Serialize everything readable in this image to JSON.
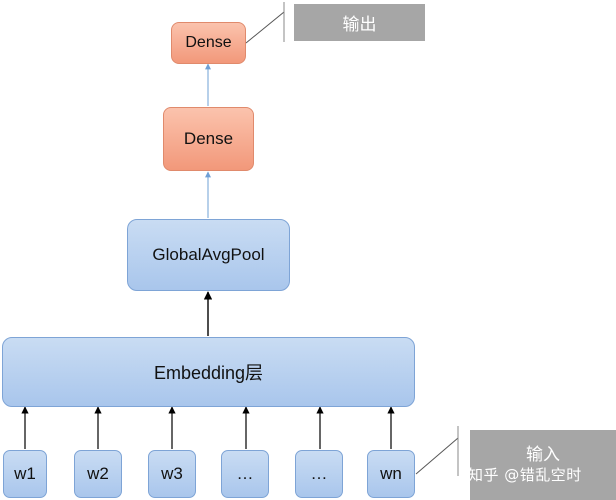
{
  "nodes": {
    "dense_top": "Dense",
    "dense_mid": "Dense",
    "pool": "GlobalAvgPool",
    "embedding": "Embedding层",
    "inputs": [
      "w1",
      "w2",
      "w3",
      "…",
      "…",
      "wn"
    ]
  },
  "callouts": {
    "output": "输出",
    "input": "输入"
  },
  "watermark": "知乎 @错乱空时",
  "colors": {
    "dense_fill": "#f4a385",
    "embedding_fill": "#b3cdee",
    "callout_fill": "#a6a6a6"
  }
}
